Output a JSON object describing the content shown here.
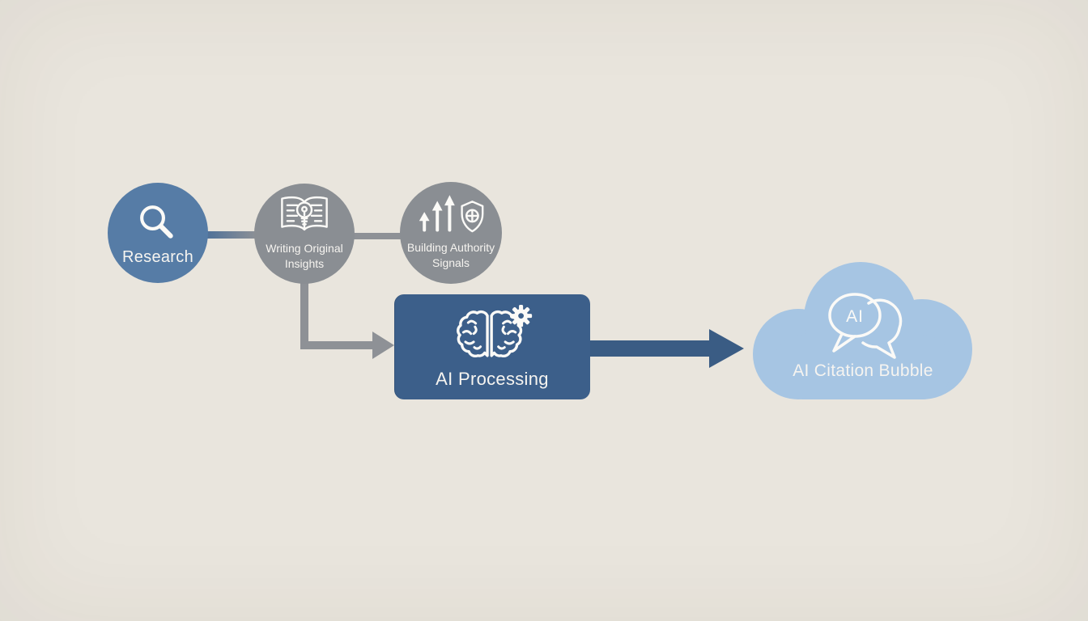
{
  "colors": {
    "background": "#e9e5dd",
    "node_blue": "#567ca6",
    "node_gray": "#8a8e93",
    "connector_gray": "#8e9196",
    "connector_blue": "#4d7099",
    "box_blue": "#3c5f8a",
    "arrow_blue": "#3a5c84",
    "cloud_blue": "#a6c5e3",
    "label_white": "#f6f4f0"
  },
  "diagram": {
    "nodes": {
      "research": {
        "label": "Research",
        "icon": "magnifier-icon"
      },
      "writing_insights": {
        "label_line1": "Writing Original",
        "label_line2": "Insights",
        "icon": "open-book-lightbulb-icon"
      },
      "authority_signals": {
        "label_line1": "Building Authority",
        "label_line2": "Signals",
        "icon": "growth-arrows-shield-icon"
      },
      "ai_processing": {
        "label": "AI Processing",
        "icon": "brain-gear-icon"
      },
      "ai_citation": {
        "label": "AI Citation Bubble",
        "bubble_text": "AI",
        "icon": "chat-bubbles-icon"
      }
    },
    "flow": [
      "Research",
      "Writing Original Insights",
      "Building Authority Signals",
      "AI Processing",
      "AI Citation Bubble"
    ]
  }
}
